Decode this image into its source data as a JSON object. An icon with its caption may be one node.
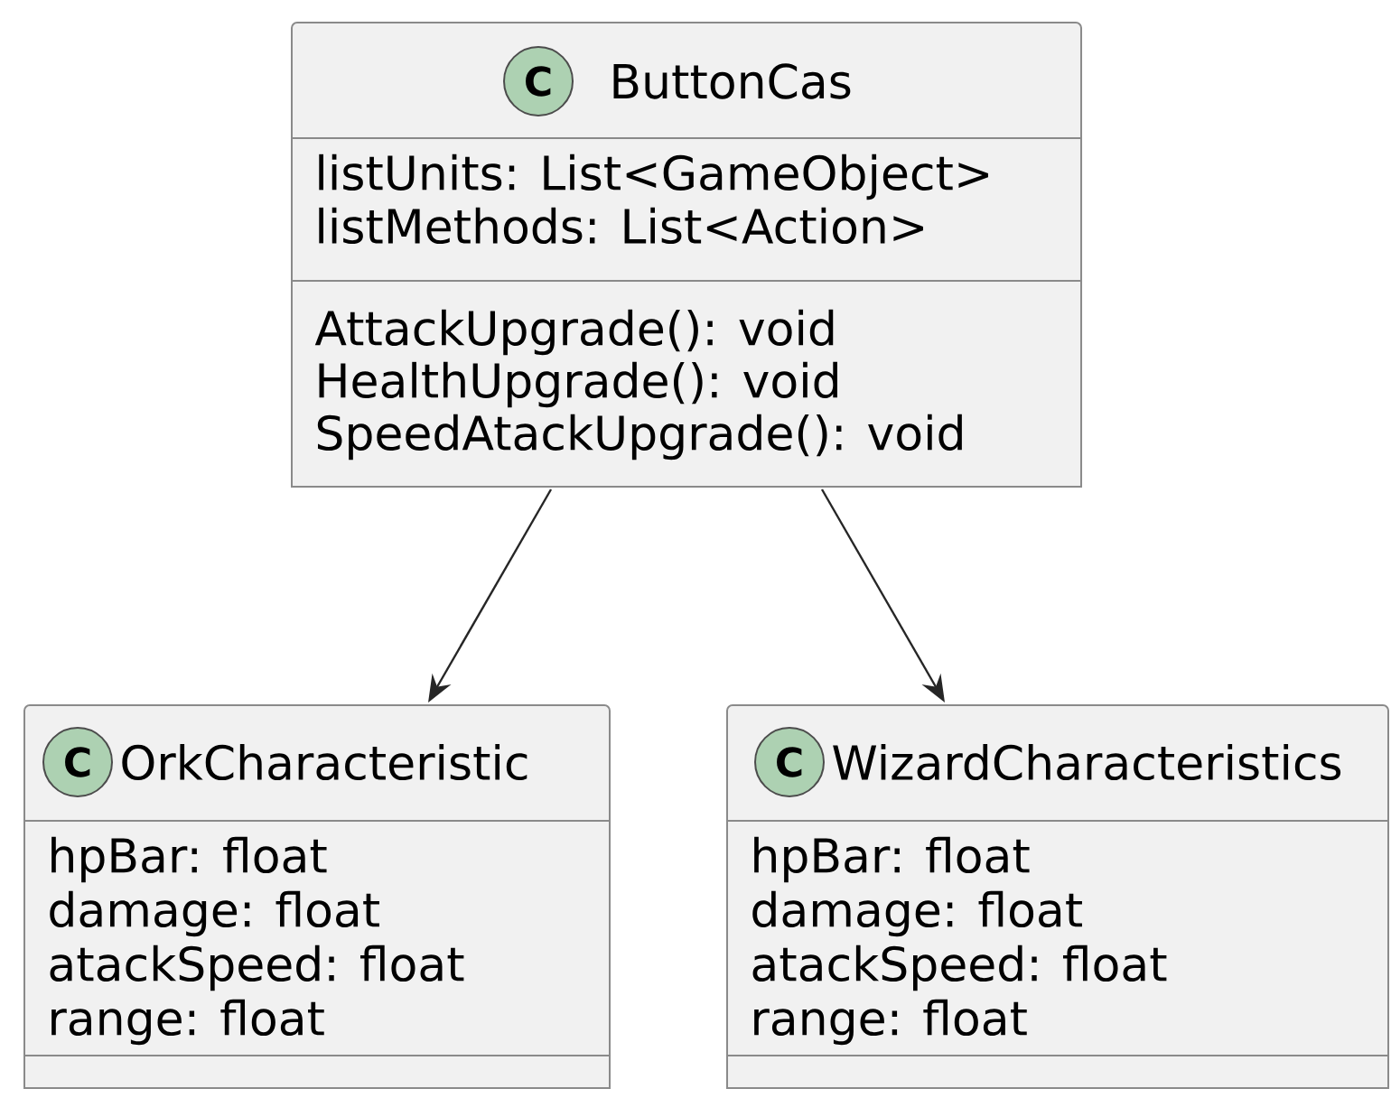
{
  "diagram": {
    "nodes": [
      {
        "text": [
          "C",
          "ButtonCas"
        ]
      },
      {
        "text": [
          "listUnits: List<GameObject>",
          "listMethods: List<Action>"
        ],
        "in": 0
      },
      {
        "text": [
          "AttackUpgrade(): void",
          "HealthUpgrade(): void",
          "SpeedAtackUpgrade(): void"
        ],
        "in": 0
      },
      {
        "text": [
          "C",
          "OrkCharacteristic"
        ]
      },
      {
        "text": [
          "hpBar: float",
          "damage: float",
          "atackSpeed: float",
          "range: float"
        ],
        "in": 3
      },
      {
        "text": [],
        "shape": "box",
        "in": 3
      },
      {
        "text": [
          "C",
          "WizardCharacteristics"
        ]
      },
      {
        "text": [
          "hpBar: float",
          "damage: float",
          "atackSpeed: float",
          "range: float"
        ],
        "in": 6
      },
      {
        "text": [],
        "shape": "box",
        "in": 6
      }
    ],
    "edges": [
      {
        "from": 0,
        "to": 3,
        "arrow": "to"
      },
      {
        "from": 0,
        "to": 6,
        "arrow": "to"
      }
    ]
  }
}
